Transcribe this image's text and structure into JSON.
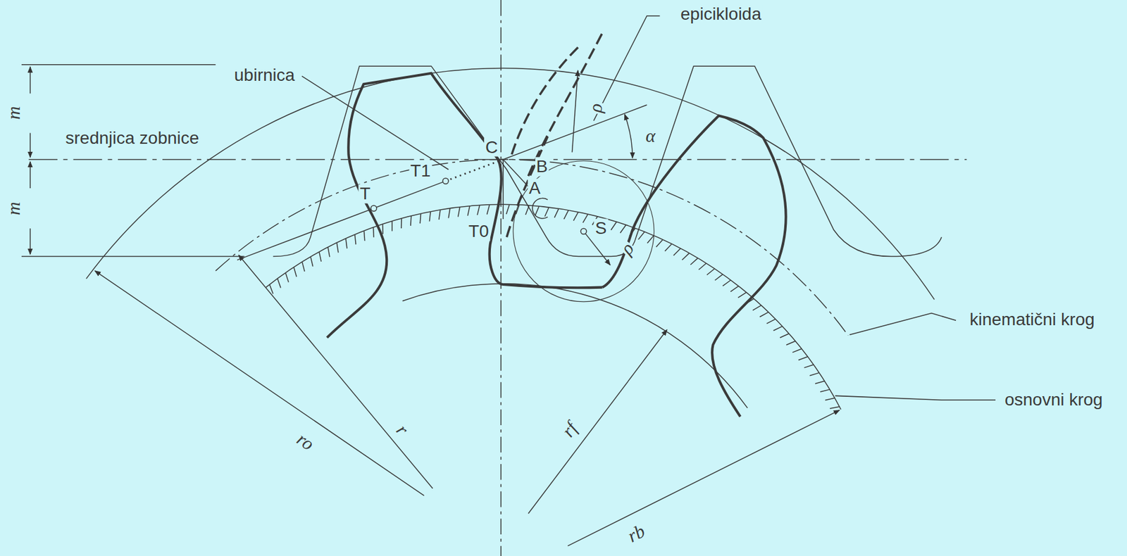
{
  "diagram": {
    "labels": [
      "epicikloida",
      "ubirnica",
      "m",
      "srednjica zobnice",
      "C",
      "B",
      "α",
      "ρ",
      "T1",
      "T",
      "m",
      "A",
      "T0",
      "S",
      "ρ",
      "kinematični krog",
      "osnovni krog",
      "ro",
      "r",
      "rf",
      "rb"
    ]
  }
}
